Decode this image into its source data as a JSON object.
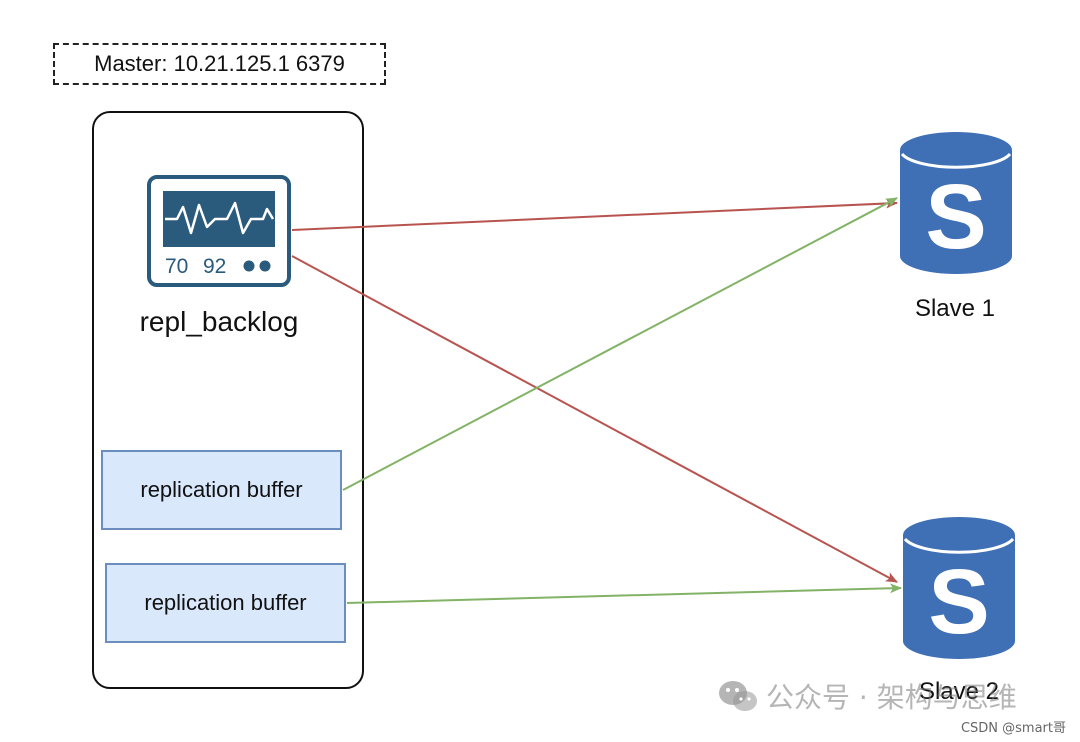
{
  "master": {
    "label": "Master: 10.21.125.1 6379",
    "backlog_label": "repl_backlog",
    "monitor": {
      "value_1": "70",
      "value_2": "92"
    },
    "buffers": [
      {
        "label": "replication buffer"
      },
      {
        "label": "replication buffer"
      }
    ]
  },
  "slaves": [
    {
      "label": "Slave 1",
      "glyph": "S"
    },
    {
      "label": "Slave 2",
      "glyph": "S"
    }
  ],
  "colors": {
    "backlog_arrow": "#b85450",
    "buffer_arrow": "#82b366",
    "db_fill": "#3f6fb5",
    "buffer_fill": "#dae8fc",
    "buffer_border": "#6c8ebf",
    "monitor_teal": "#2a5a7c"
  },
  "watermark": {
    "text": "公众号 · 架构与思维",
    "credit": "CSDN @smart哥"
  }
}
